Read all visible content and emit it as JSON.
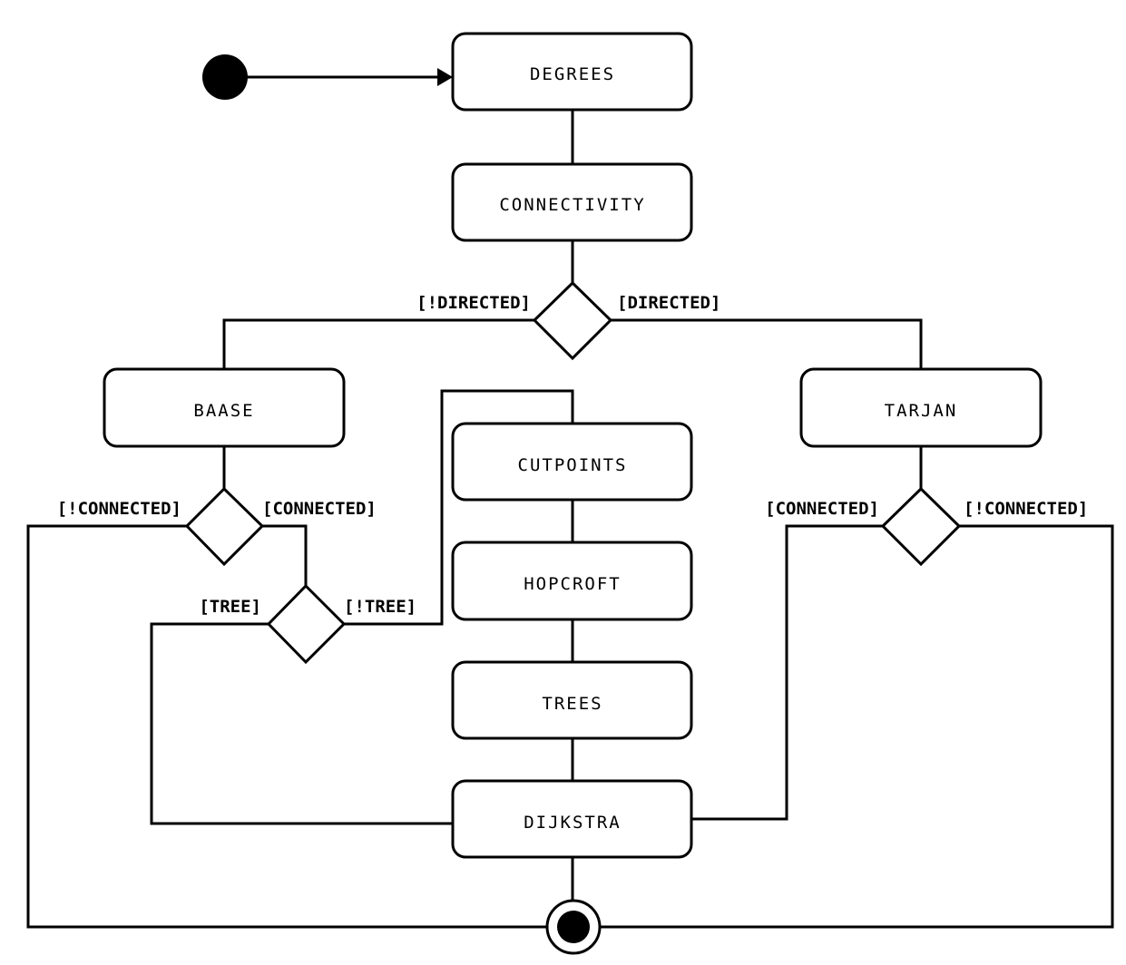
{
  "colors": {
    "stroke": "#000000",
    "fill": "#ffffff"
  },
  "states": {
    "degrees": "DEGREES",
    "connectivity": "CONNECTIVITY",
    "baase": "BAASE",
    "tarjan": "TARJAN",
    "cutpoints": "CUTPOINTS",
    "hopcroft": "HOPCROFT",
    "trees": "TREES",
    "dijkstra": "DIJKSTRA"
  },
  "guards": {
    "not_directed": "[!DIRECTED]",
    "directed": "[DIRECTED]",
    "baase_not_connected": "[!CONNECTED]",
    "baase_connected": "[CONNECTED]",
    "tree": "[TREE]",
    "not_tree": "[!TREE]",
    "tarjan_connected": "[CONNECTED]",
    "tarjan_not_connected": "[!CONNECTED]"
  }
}
